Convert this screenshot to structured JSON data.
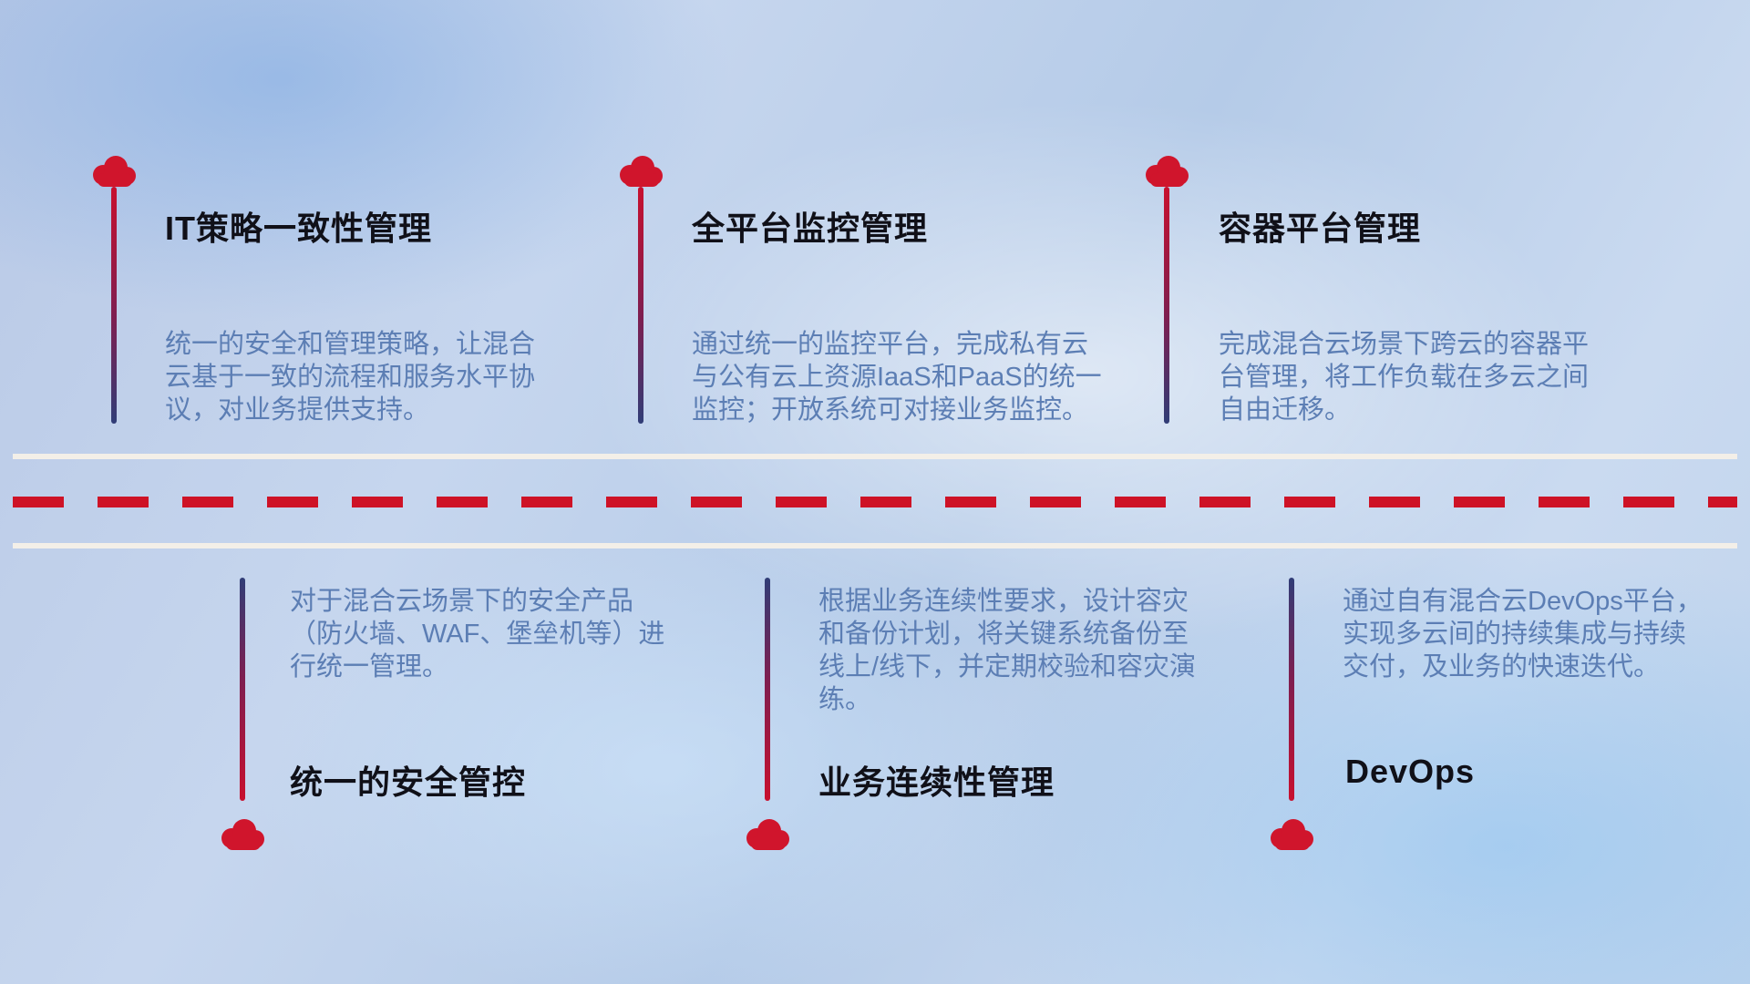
{
  "colors": {
    "cloud": "#d0152c",
    "stem_red": "#c8102e",
    "stem_navy": "#303d77",
    "title_text": "#101018",
    "desc_text": "#5c7eb4",
    "road_white": "#f3efe8",
    "dash_red": "#ce1226"
  },
  "top_items": [
    {
      "title": "IT策略一致性管理",
      "desc": "统一的安全和管理策略，让混合云基于一致的流程和服务水平协议，对业务提供支持。"
    },
    {
      "title": "全平台监控管理",
      "desc": "通过统一的监控平台，完成私有云与公有云上资源IaaS和PaaS的统一监控；开放系统可对接业务监控。"
    },
    {
      "title": "容器平台管理",
      "desc": "完成混合云场景下跨云的容器平台管理，将工作负载在多云之间自由迁移。"
    }
  ],
  "bottom_items": [
    {
      "title": "统一的安全管控",
      "desc": "对于混合云场景下的安全产品（防火墙、WAF、堡垒机等）进行统一管理。"
    },
    {
      "title": "业务连续性管理",
      "desc": "根据业务连续性要求，设计容灾和备份计划，将关键系统备份至线上/线下，并定期校验和容灾演练。"
    },
    {
      "title": "DevOps",
      "desc": "通过自有混合云DevOps平台，实现多云间的持续集成与持续交付，及业务的快速迭代。"
    }
  ]
}
